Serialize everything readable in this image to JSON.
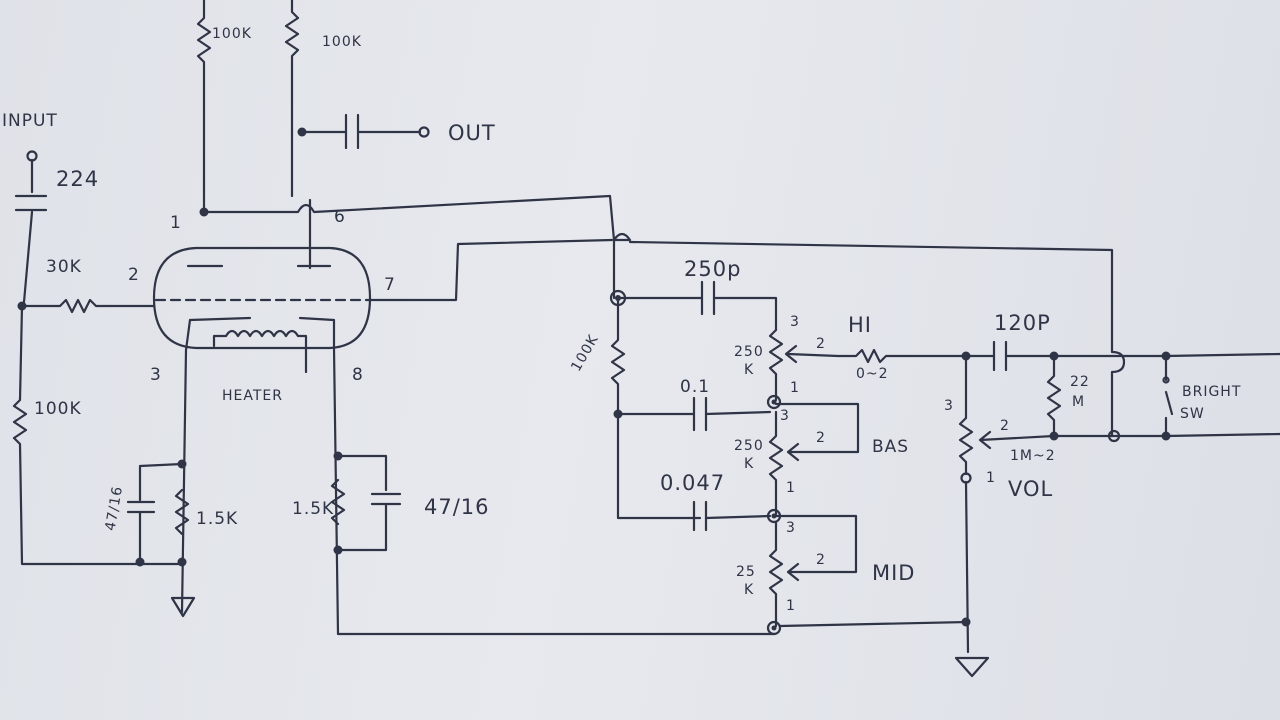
{
  "labels": {
    "input": "INPUT",
    "input_cap": "224",
    "r_grid": "30K",
    "r_grid_leak": "100K",
    "r_plate_1": "100K",
    "r_plate_2": "100K",
    "out": "OUT",
    "pin_1": "1",
    "pin_2": "2",
    "pin_3": "3",
    "pin_6": "6",
    "pin_7": "7",
    "pin_8": "8",
    "heater": "HEATER",
    "cap_bypass_1": "47/16",
    "r_cathode_1": "1.5K",
    "r_cathode_2": "1.5K",
    "cap_bypass_2": "47/16",
    "r_stack": "100K",
    "cap_treble": "250p",
    "pot_treble": "250",
    "pot_treble_unit": "K",
    "cap_bass": "0.1",
    "pot_bass": "250",
    "pot_bass_unit": "K",
    "cap_mid": "0.047",
    "pot_mid": "25",
    "pot_mid_unit": "K",
    "hi": "HI",
    "hi_sub": "0~2",
    "bass": "BAS",
    "mid": "MID",
    "cap_bright": "120P",
    "r_22m": "22",
    "r_22m_unit": "M",
    "vol": "VOL",
    "vol_sub": "1M~2",
    "bright": "BRIGHT",
    "sw": "SW",
    "t3": "3",
    "t2": "2",
    "t1": "1",
    "b3": "3",
    "b2": "2",
    "b1": "1",
    "m3": "3",
    "m2": "2",
    "m1": "1",
    "v3": "3",
    "v2": "2",
    "v1": "1"
  }
}
